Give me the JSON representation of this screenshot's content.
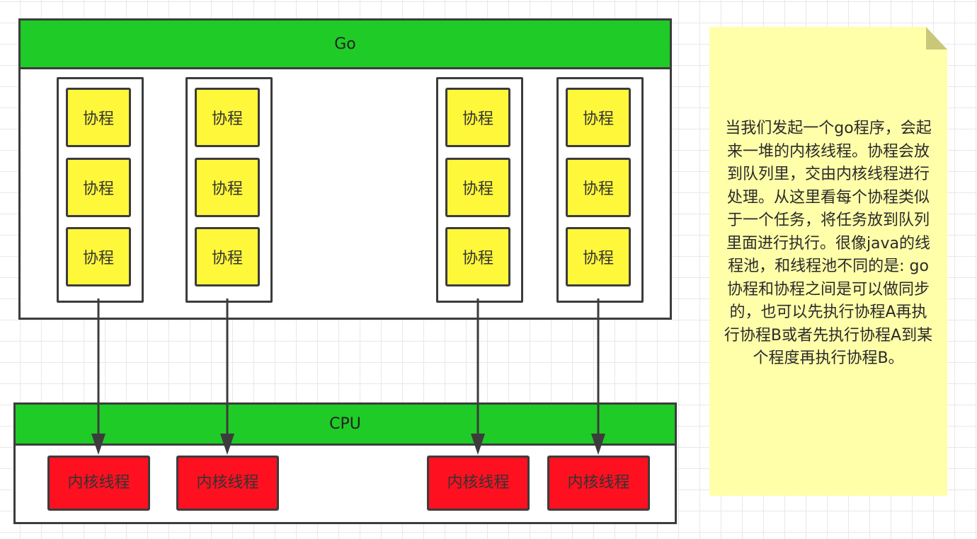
{
  "go_container": {
    "title": "Go",
    "queues": [
      {
        "coroutines": [
          "协程",
          "协程",
          "协程"
        ]
      },
      {
        "coroutines": [
          "协程",
          "协程",
          "协程"
        ]
      },
      {
        "coroutines": [
          "协程",
          "协程",
          "协程"
        ]
      },
      {
        "coroutines": [
          "协程",
          "协程",
          "协程"
        ]
      }
    ]
  },
  "cpu_container": {
    "title": "CPU",
    "kernel_threads": [
      "内核线程",
      "内核线程",
      "内核线程",
      "内核线程"
    ]
  },
  "note": {
    "text": "当我们发起一个go程序，会起来一堆的内核线程。协程会放到队列里，交由内核线程进行处理。从这里看每个协程类似于一个任务，将任务放到队列里面进行执行。很像java的线程池，和线程池不同的是: go协程和协程之间是可以做同步的，也可以先执行协程A再执行协程B或者先执行协程A到某个程度再执行协程B。"
  },
  "colors": {
    "header_green": "#1fcb26",
    "coroutine_yellow": "#fff73a",
    "kernel_thread_red": "#ff1020",
    "note_yellow": "#ffffaa",
    "stroke": "#3c3c3c"
  }
}
